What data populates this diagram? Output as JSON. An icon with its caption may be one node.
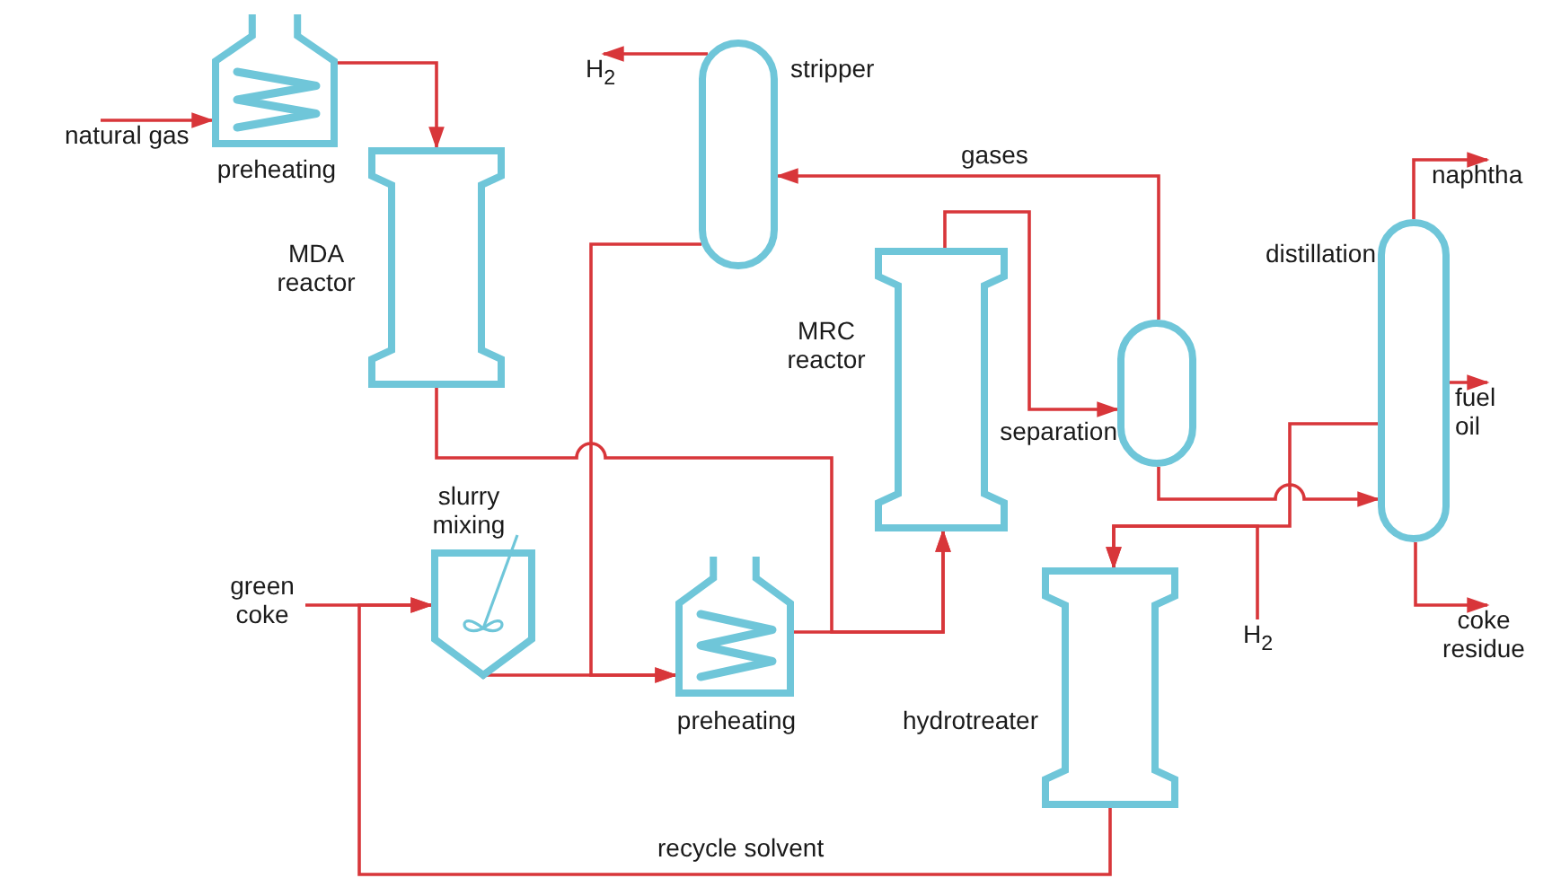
{
  "diagram": {
    "nodes": [
      {
        "text": [
          "preheating"
        ]
      },
      {
        "text": [
          "MDA reactor"
        ]
      },
      {
        "text": [
          "stripper"
        ]
      },
      {
        "text": [
          "MRC reactor"
        ]
      },
      {
        "text": [
          "separation"
        ]
      },
      {
        "text": [
          "distillation"
        ]
      },
      {
        "text": [
          "slurry mixing"
        ]
      },
      {
        "text": [
          "preheating"
        ]
      },
      {
        "text": [
          "hydrotreater"
        ]
      },
      {
        "text": [
          "natural gas"
        ]
      },
      {
        "text": [
          "H$_{2}$"
        ]
      },
      {
        "text": [
          "naphtha"
        ]
      },
      {
        "text": [
          "fuel oil"
        ]
      },
      {
        "text": [
          "coke residue"
        ]
      },
      {
        "text": [
          "green coke"
        ]
      },
      {
        "text": [
          "H$_{2}$"
        ]
      }
    ],
    "edges": [
      {
        "from": 9,
        "to": 0,
        "arrow": "to"
      },
      {
        "from": 0,
        "to": 1,
        "arrow": "to"
      },
      {
        "from": 2,
        "to": 10,
        "arrow": "to"
      },
      {
        "from": 2,
        "to": 7,
        "arrow": "to"
      },
      {
        "from": 1,
        "to": 3,
        "arrow": "to"
      },
      {
        "from": 7,
        "to": 3,
        "arrow": "to"
      },
      {
        "from": 6,
        "to": 7,
        "arrow": "to"
      },
      {
        "from": 14,
        "to": 6,
        "arrow": "to"
      },
      {
        "from": 8,
        "to": 6,
        "arrow": "to",
        "label": "recycle solvent"
      },
      {
        "from": 3,
        "to": 4,
        "arrow": "to"
      },
      {
        "from": 4,
        "to": 2,
        "arrow": "to",
        "label": "gases"
      },
      {
        "from": 4,
        "to": 5,
        "arrow": "to"
      },
      {
        "from": 5,
        "to": 8,
        "arrow": "to"
      },
      {
        "from": 15,
        "to": 8,
        "arrow": "to"
      },
      {
        "from": 5,
        "to": 11,
        "arrow": "to"
      },
      {
        "from": 5,
        "to": 12,
        "arrow": "to"
      },
      {
        "from": 5,
        "to": 13,
        "arrow": "to"
      }
    ]
  }
}
